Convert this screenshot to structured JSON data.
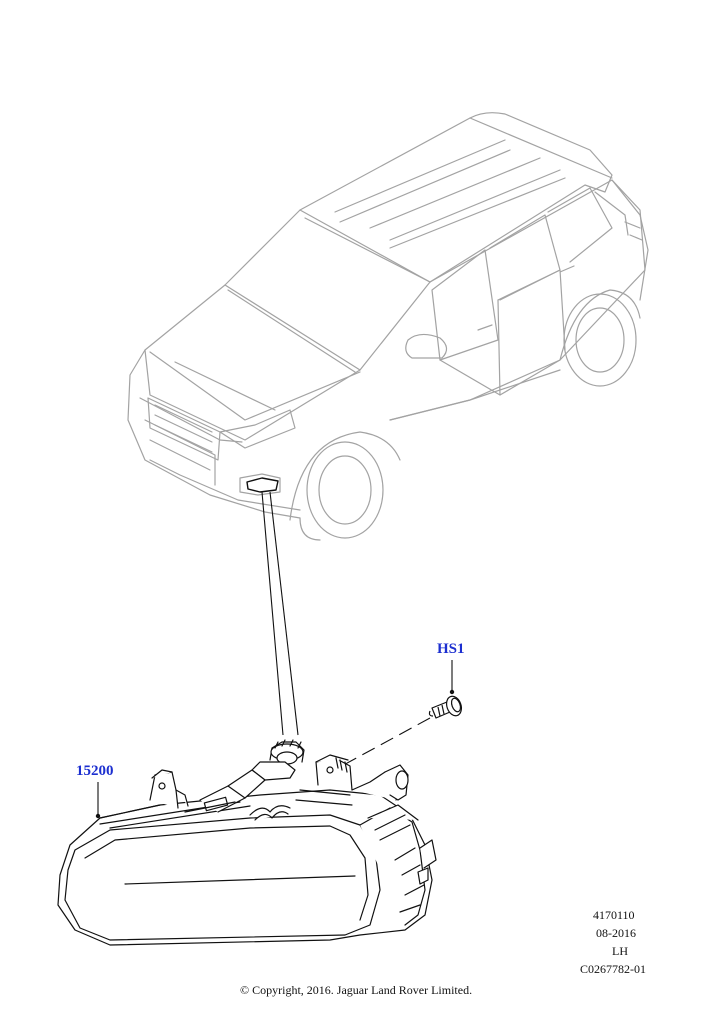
{
  "callouts": {
    "part_headlamp": "15200",
    "part_screw": "HS1"
  },
  "drawing_info": {
    "line_1": "4170110",
    "line_2": "08-2016",
    "line_3": "LH",
    "line_4": "C0267782-01"
  },
  "copyright": "© Copyright, 2016. Jaguar Land Rover Limited.",
  "colors": {
    "callout": "#1c2fd0",
    "vehicle_outline": "#9a9a9a",
    "part_outline": "#111111"
  },
  "icons": [
    "vehicle-illustration",
    "headlamp-assembly-illustration",
    "screw-illustration"
  ]
}
